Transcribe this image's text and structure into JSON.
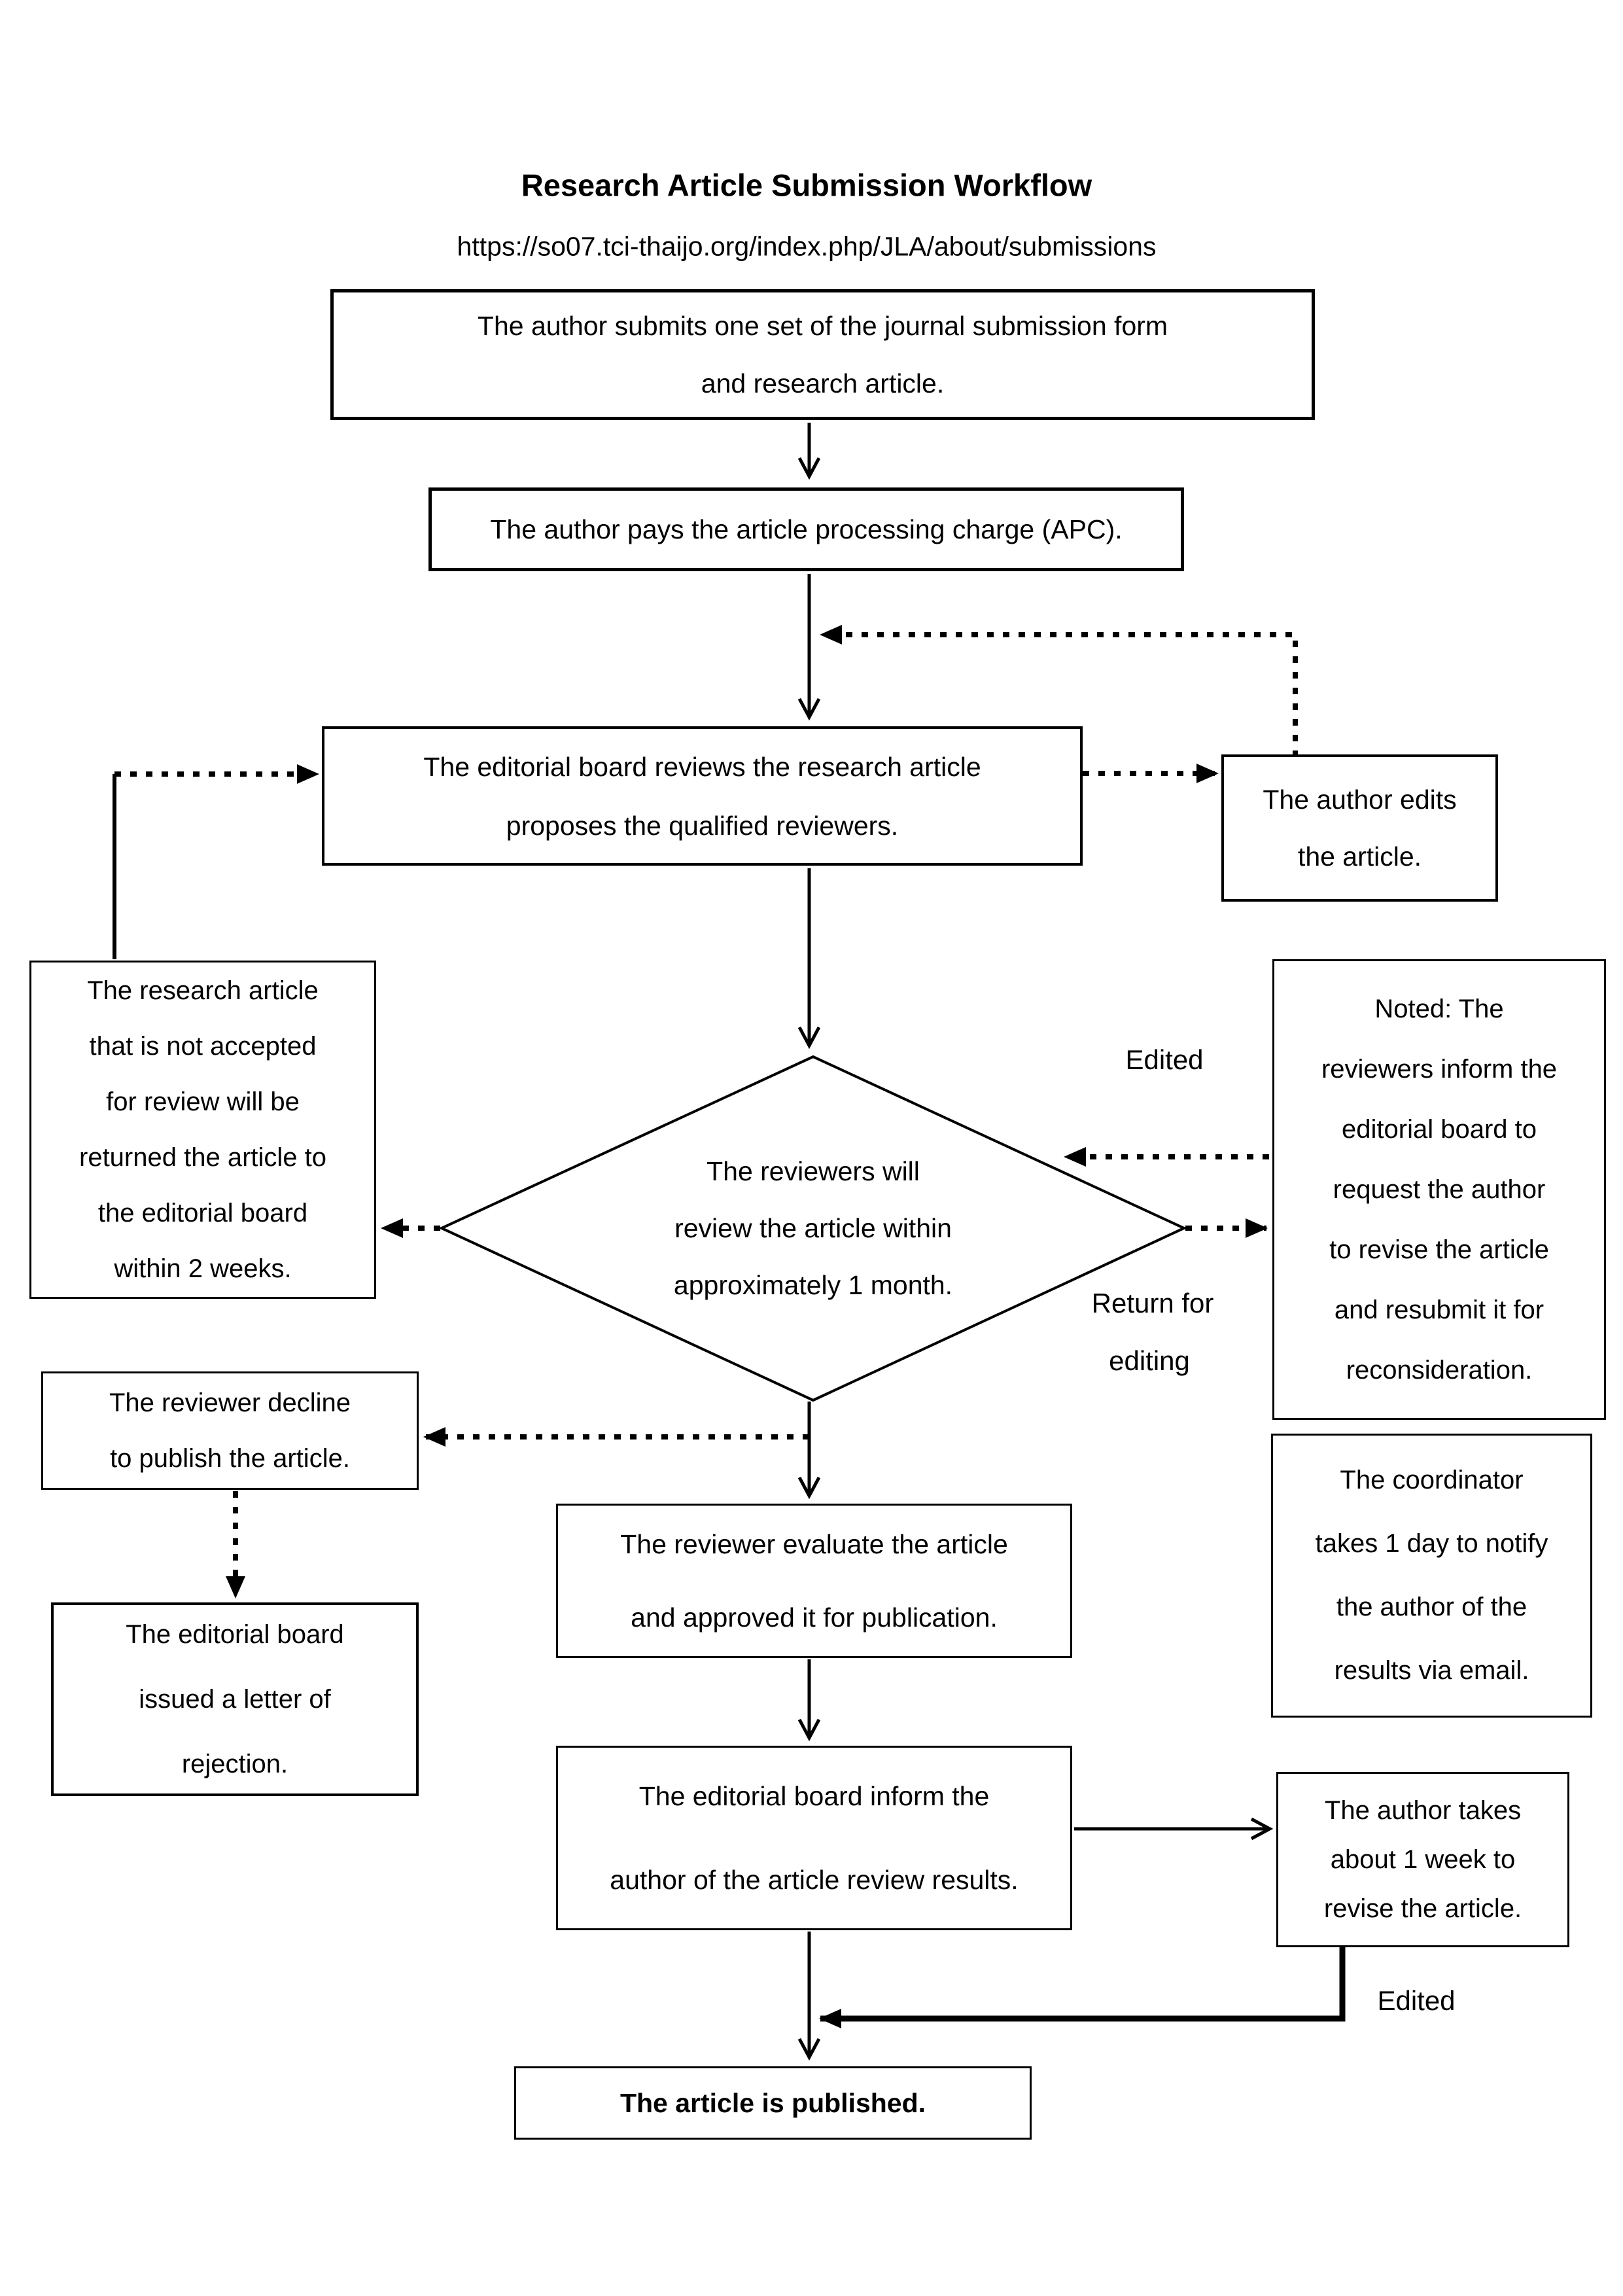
{
  "title": "Research Article Submission Workflow",
  "url": "https://so07.tci-thaijo.org/index.php/JLA/about/submissions",
  "nodes": {
    "submit": {
      "lines": [
        "The author submits one set of the journal submission form",
        "and research article."
      ]
    },
    "pay_apc": {
      "lines": [
        "The author pays the article processing charge (APC)."
      ]
    },
    "board_review": {
      "lines": [
        "The editorial board reviews the research article",
        "proposes the qualified reviewers."
      ]
    },
    "author_edits": {
      "lines": [
        "The author edits",
        "the article."
      ]
    },
    "not_accepted": {
      "lines": [
        "The research article",
        "that is not accepted",
        "for review will be",
        "returned the article to",
        "the editorial board",
        "within 2 weeks."
      ]
    },
    "review_diamond": {
      "lines": [
        "The reviewers will",
        "review the article within",
        "approximately 1 month."
      ]
    },
    "noted_revise": {
      "lines": [
        "Noted: The",
        "reviewers inform the",
        "editorial board to",
        "request the author",
        "to revise the article",
        "and resubmit it for",
        "reconsideration."
      ]
    },
    "coordinator": {
      "lines": [
        "The coordinator",
        "takes 1 day to notify",
        "the author of the",
        "results via email."
      ]
    },
    "decline": {
      "lines": [
        "The reviewer decline",
        "to publish the article."
      ]
    },
    "rejection": {
      "lines": [
        "The editorial board",
        "issued a letter of",
        "rejection."
      ]
    },
    "evaluate": {
      "lines": [
        "The reviewer evaluate the article",
        "and approved it for publication."
      ]
    },
    "inform_results": {
      "lines": [
        "The editorial board inform the",
        "author of the article review results."
      ]
    },
    "author_revises": {
      "lines": [
        "The author takes",
        "about 1 week to",
        "revise the article."
      ]
    },
    "published": {
      "lines": [
        "The article is published."
      ]
    }
  },
  "labels": {
    "edited_right": "Edited",
    "return_for_editing": [
      "Return for",
      "editing"
    ],
    "edited_bottom": "Edited"
  },
  "colors": {
    "ink": "#000000",
    "background": "#ffffff"
  }
}
